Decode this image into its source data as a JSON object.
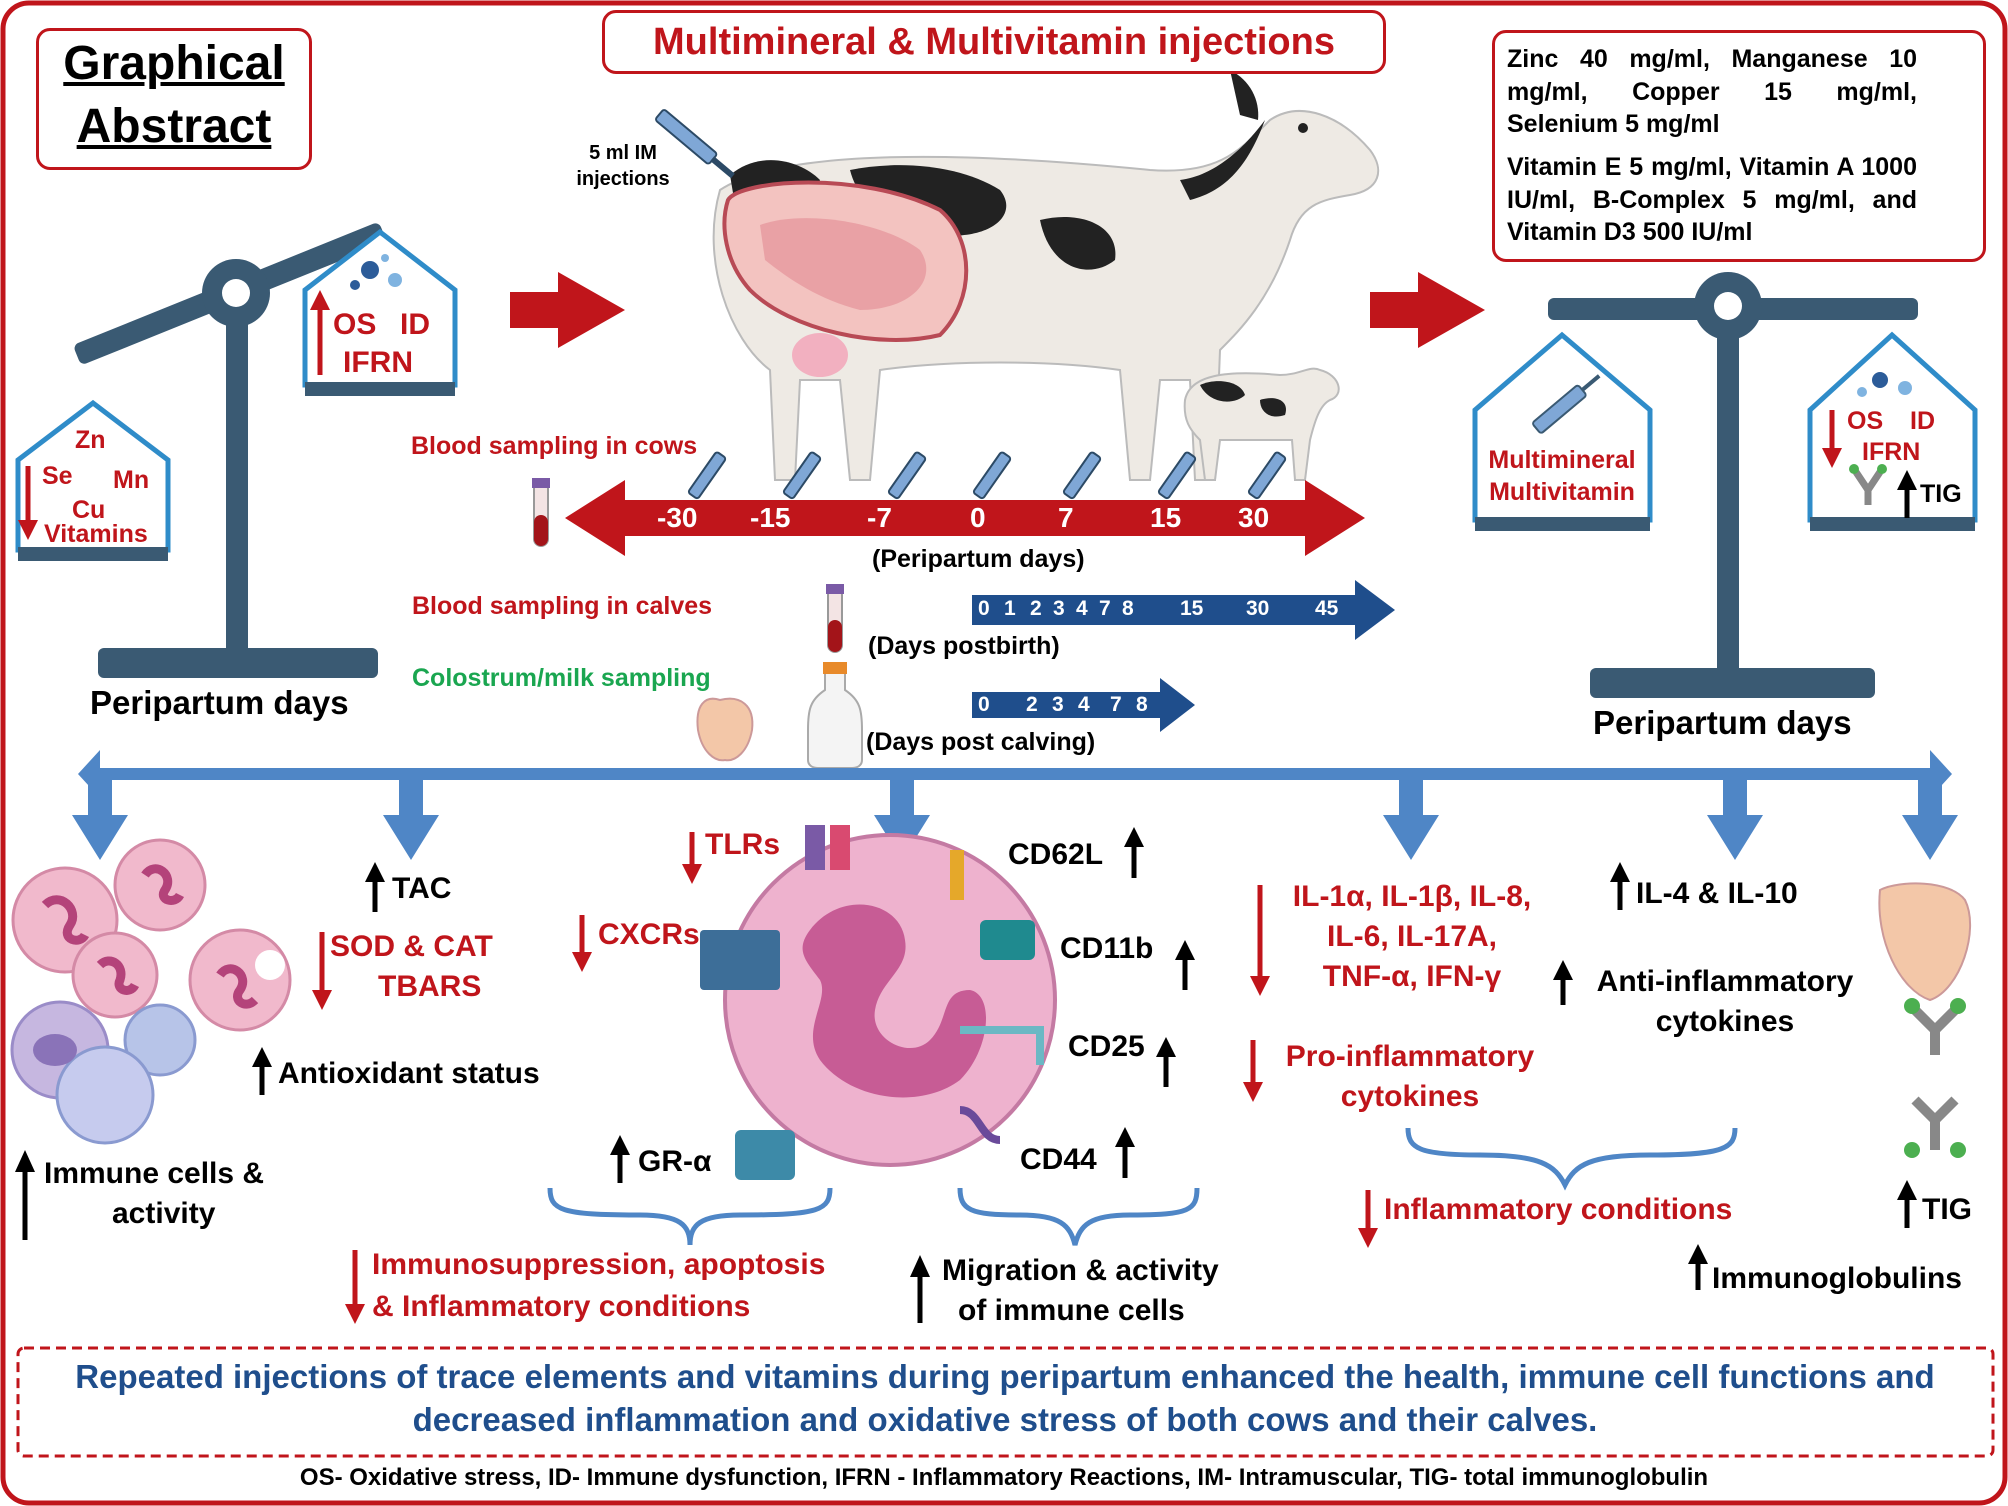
{
  "header": {
    "graphical_abstract_line1": "Graphical",
    "graphical_abstract_line2": "Abstract",
    "main_title": "Multimineral & Multivitamin injections"
  },
  "mineral_box": {
    "minerals": "Zinc 40 mg/ml, Manganese 10 mg/ml, Copper 15 mg/ml, Selenium 5 mg/ml",
    "vitamins": "Vitamin E 5 mg/ml, Vitamin A 1000 IU/ml, B-Complex 5 mg/ml, and Vitamin D3 500 IU/ml"
  },
  "left_scale": {
    "up_pan": {
      "os": "OS",
      "id": "ID",
      "ifrn": "IFRN"
    },
    "down_pan": {
      "zn": "Zn",
      "se": "Se",
      "mn": "Mn",
      "cu": "Cu",
      "vitamins": "Vitamins"
    },
    "label": "Peripartum days"
  },
  "right_scale": {
    "left_pan_line1": "Multimineral",
    "left_pan_line2": "Multivitamin",
    "right_pan": {
      "os": "OS",
      "id": "ID",
      "ifrn": "IFRN",
      "tig": "TIG"
    },
    "label": "Peripartum days"
  },
  "injection_label_line1": "5 ml IM",
  "injection_label_line2": "injections",
  "timeline": {
    "cow_sampling": "Blood sampling in cows",
    "peripartum_days": [
      "-30",
      "-15",
      "-7",
      "0",
      "7",
      "15",
      "30"
    ],
    "peripartum_caption": "(Peripartum days)",
    "calf_sampling": "Blood sampling in calves",
    "postbirth_days": [
      "0",
      "1",
      "2",
      "3",
      "4",
      "7",
      "8",
      "15",
      "30",
      "45"
    ],
    "postbirth_caption": "(Days postbirth)",
    "milk_sampling": "Colostrum/milk sampling",
    "postcalving_days": [
      "0",
      "2",
      "3",
      "4",
      "7",
      "8"
    ],
    "postcalving_caption": "(Days post calving)"
  },
  "outcomes": {
    "immune_cells_line1": "Immune cells &",
    "immune_cells_line2": "activity",
    "tac": "TAC",
    "sod_line1": "SOD & CAT",
    "sod_line2": "TBARS",
    "antioxidant": "Antioxidant status",
    "tlrs": "TLRs",
    "cxcrs": "CXCRs",
    "gr": "GR-α",
    "cd62l": "CD62L",
    "cd11b": "CD11b",
    "cd25": "CD25",
    "cd44": "CD44",
    "immunosuppression_line1": "Immunosuppression, apoptosis",
    "immunosuppression_line2": "& Inflammatory conditions",
    "migration_line1": "Migration & activity",
    "migration_line2": "of immune cells",
    "il_line1": "IL-1α, IL-1β, IL-8,",
    "il_line2": "IL-6, IL-17A,",
    "il_line3": "TNF-α, IFN-γ",
    "pro_line1": "Pro-inflammatory",
    "pro_line2": "cytokines",
    "il4": "IL-4 & IL-10",
    "anti_line1": "Anti-inflammatory",
    "anti_line2": "cytokines",
    "inflammatory": "Inflammatory conditions",
    "tig": "TIG",
    "immunoglobulins": "Immunoglobulins"
  },
  "conclusion": "Repeated injections of trace elements and vitamins during peripartum enhanced the health, immune cell functions and decreased inflammation and oxidative stress of both cows and their calves.",
  "abbreviations": "OS- Oxidative stress, ID- Immune dysfunction, IFRN - Inflammatory Reactions, IM- Intramuscular, TIG- total immunoglobulin",
  "colors": {
    "red": "#c0151b",
    "steel": "#3a5a73",
    "blue": "#4f86c6",
    "navy": "#1f4e8c",
    "green": "#1aa650"
  }
}
